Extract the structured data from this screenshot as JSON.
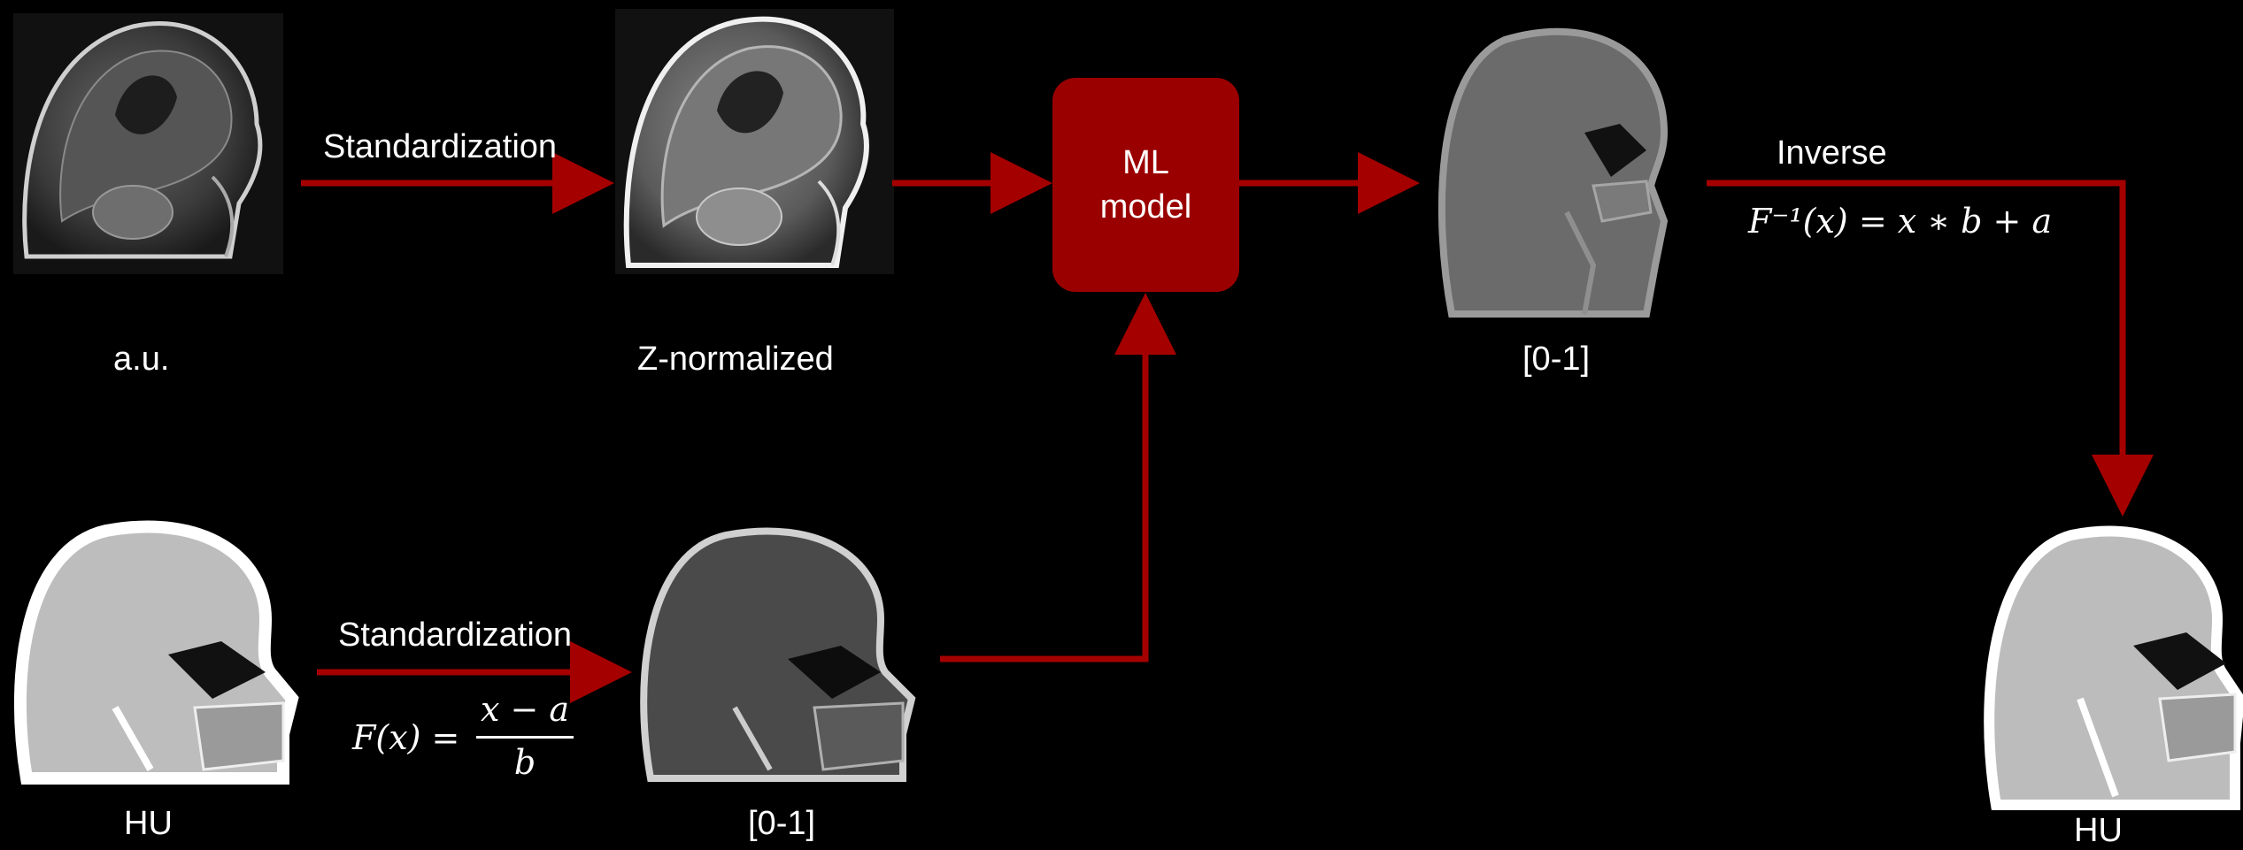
{
  "colors": {
    "arrow": "#a50000",
    "model_box": "#9b0000",
    "background": "#000000"
  },
  "labels": {
    "standardization_top": "Standardization",
    "standardization_bottom": "Standardization",
    "inverse": "Inverse",
    "au": "a.u.",
    "z_normalized": "Z-normalized",
    "range_top": "[0-1]",
    "range_bottom": "[0-1]",
    "hu_left": "HU",
    "hu_right": "HU"
  },
  "model": {
    "line1": "ML",
    "line2": "model"
  },
  "equations": {
    "forward_lhs": "F(x) =",
    "forward_numerator": "x − a",
    "forward_denominator": "b",
    "inverse": "F⁻¹(x) = x ∗ b + a"
  },
  "images": [
    {
      "name": "mri-input",
      "kind": "MRI T1 sagittal"
    },
    {
      "name": "mri-z-normalized",
      "kind": "MRI T1 sagittal (normalized)"
    },
    {
      "name": "ct-output-normalized",
      "kind": "CT sagittal [0-1]"
    },
    {
      "name": "ct-input-hu",
      "kind": "CT sagittal HU"
    },
    {
      "name": "ct-input-normalized",
      "kind": "CT sagittal [0-1]"
    },
    {
      "name": "ct-output-hu",
      "kind": "CT sagittal HU"
    }
  ]
}
